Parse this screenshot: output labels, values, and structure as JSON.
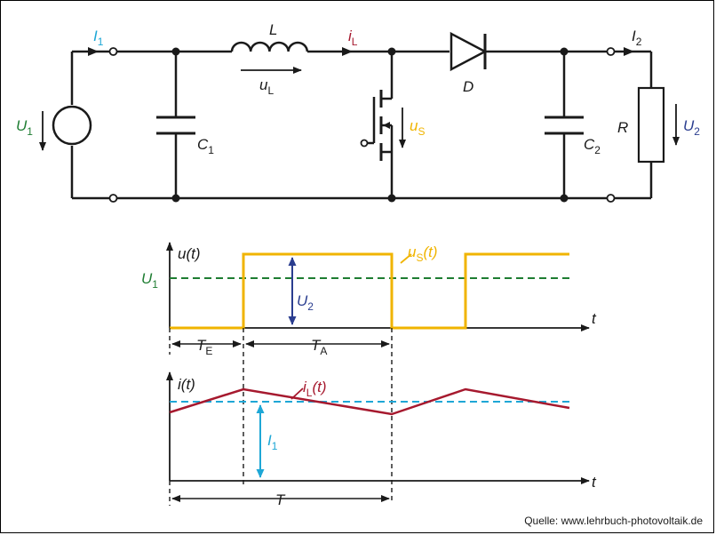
{
  "colors": {
    "wire": "#1a1a1a",
    "input_current": "#1ea7d6",
    "input_voltage": "#1e7d32",
    "inductor_current": "#a6192e",
    "switch_voltage": "#f0b400",
    "output_voltage": "#2a3d8f"
  },
  "circuit": {
    "I1": {
      "main": "I",
      "sub": "1"
    },
    "L": {
      "main": "L"
    },
    "uL": {
      "main": "u",
      "sub": "L"
    },
    "iL": {
      "main": "i",
      "sub": "L"
    },
    "D": {
      "main": "D"
    },
    "I2": {
      "main": "I",
      "sub": "2"
    },
    "U1": {
      "main": "U",
      "sub": "1"
    },
    "C1": {
      "main": "C",
      "sub": "1"
    },
    "uS": {
      "main": "u",
      "sub": "S"
    },
    "C2": {
      "main": "C",
      "sub": "2"
    },
    "R": {
      "main": "R"
    },
    "U2": {
      "main": "U",
      "sub": "2"
    }
  },
  "voltage_plot": {
    "y_label": "u(t)",
    "t_label": "t",
    "U1_label": {
      "main": "U",
      "sub": "1"
    },
    "uS_label": {
      "main": "u",
      "sub": "S",
      "suffix": "(t)"
    },
    "U2_label": {
      "main": "U",
      "sub": "2"
    },
    "TE_label": {
      "main": "T",
      "sub": "E"
    },
    "TA_label": {
      "main": "T",
      "sub": "A"
    }
  },
  "current_plot": {
    "y_label": "i(t)",
    "t_label": "t",
    "iL_label": {
      "main": "i",
      "sub": "L",
      "suffix": "(t)"
    },
    "I1_label": {
      "main": "I",
      "sub": "1"
    },
    "T_label": "T"
  },
  "source_text": "Quelle: www.lehrbuch-photovoltaik.de"
}
